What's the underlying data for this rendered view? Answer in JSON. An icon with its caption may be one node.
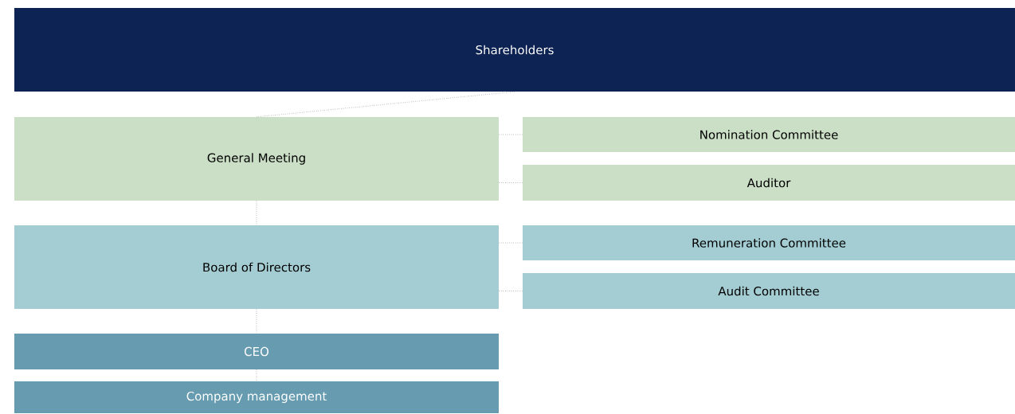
{
  "diagram": {
    "nodes": [
      {
        "text": [
          "Shareholders"
        ]
      },
      {
        "text": [
          "General Meeting"
        ]
      },
      {
        "text": [
          "Nomination Committee"
        ]
      },
      {
        "text": [
          "Auditor"
        ]
      },
      {
        "text": [
          "Board of Directors"
        ]
      },
      {
        "text": [
          "Remuneration Committee"
        ]
      },
      {
        "text": [
          "Audit Committee"
        ]
      },
      {
        "text": [
          "CEO"
        ]
      },
      {
        "text": [
          "Company management"
        ]
      }
    ],
    "edges": [
      {
        "from": 0,
        "to": 1,
        "arrow": "none",
        "style": "dashed"
      },
      {
        "from": 1,
        "to": 2,
        "arrow": "none",
        "style": "dashed"
      },
      {
        "from": 1,
        "to": 3,
        "arrow": "none",
        "style": "dashed"
      },
      {
        "from": 1,
        "to": 4,
        "arrow": "none",
        "style": "dashed"
      },
      {
        "from": 4,
        "to": 5,
        "arrow": "none",
        "style": "dashed"
      },
      {
        "from": 4,
        "to": 6,
        "arrow": "none",
        "style": "dashed"
      },
      {
        "from": 4,
        "to": 7,
        "arrow": "none",
        "style": "dashed"
      },
      {
        "from": 7,
        "to": 8,
        "arrow": "none",
        "style": "dashed"
      }
    ]
  }
}
